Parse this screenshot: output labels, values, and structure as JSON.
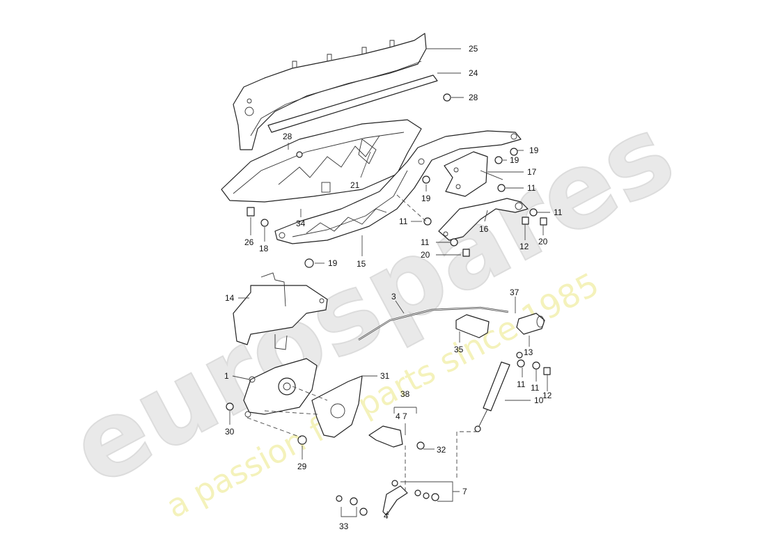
{
  "watermark": {
    "brand": "eurospares",
    "tagline": "a passion for parts since 1985"
  },
  "callouts": {
    "c25": "25",
    "c24": "24",
    "c28a": "28",
    "c28b": "28",
    "c19a": "19",
    "c19b": "19",
    "c17": "17",
    "c11a": "11",
    "c21": "21",
    "c19c": "19",
    "c11b": "11",
    "c11c": "11",
    "c16": "16",
    "c12a": "12",
    "c20a": "20",
    "c11d": "11",
    "c20b": "20",
    "c34": "34",
    "c26": "26",
    "c18": "18",
    "c15": "15",
    "c19d": "19",
    "c14": "14",
    "c3": "3",
    "c37": "37",
    "c35": "35",
    "c13": "13",
    "c1": "1",
    "c31": "31",
    "c11e": "11",
    "c11f": "11",
    "c12b": "12",
    "c38": "38",
    "c47": "4 7",
    "c10": "10",
    "c30": "30",
    "c32": "32",
    "c29": "29",
    "c7": "7",
    "c4": "4",
    "c33": "33"
  }
}
